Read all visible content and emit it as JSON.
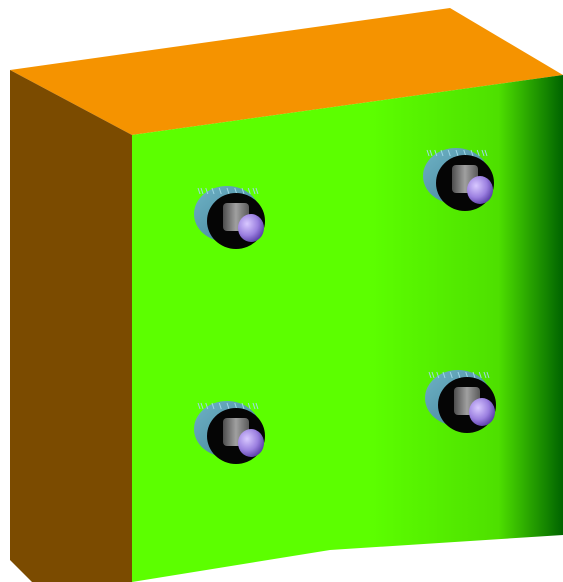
{
  "scene": {
    "background_color": "#ffffff",
    "model": "box-with-four-thumb-screws",
    "colors": {
      "top_face": "#f59300",
      "left_face": "#7b4b00",
      "front_face_light": "#5cff00",
      "front_face_mid": "#4ee000",
      "front_face_dark": "#006400",
      "screw_head": "#6fb2c6",
      "screw_head_dark": "#3f7f94",
      "screw_ring": "#050505",
      "screw_shaft": "#7b7b7b",
      "screw_tip": "#9b7fe0"
    },
    "screws": [
      {
        "name": "screw-top-left"
      },
      {
        "name": "screw-top-right"
      },
      {
        "name": "screw-bottom-left"
      },
      {
        "name": "screw-bottom-right"
      }
    ]
  }
}
